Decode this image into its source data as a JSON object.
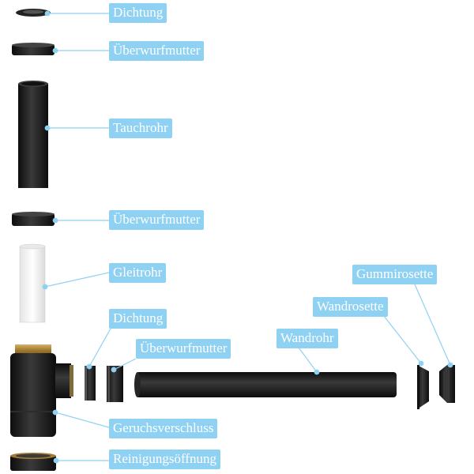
{
  "colors": {
    "accent": "#8fd1f2",
    "part_dark": "#1c1c1c",
    "part_white": "#f2f2f2",
    "brass": "#b08a3e",
    "label_text": "#ffffff"
  },
  "labels": {
    "dichtung_top": "Dichtung",
    "ueberwurfmutter_1": "Überwurfmutter",
    "tauchrohr": "Tauchrohr",
    "ueberwurfmutter_2": "Überwurfmutter",
    "gleitrohr": "Gleitrohr",
    "dichtung_mid": "Dichtung",
    "ueberwurfmutter_3": "Überwurfmutter",
    "wandrohr": "Wandrohr",
    "wandrosette": "Wandrosette",
    "gummirosette": "Gummirosette",
    "geruchsverschluss": "Geruchsverschluss",
    "reinigungsoeffnung": "Reinigungsöffnung"
  }
}
